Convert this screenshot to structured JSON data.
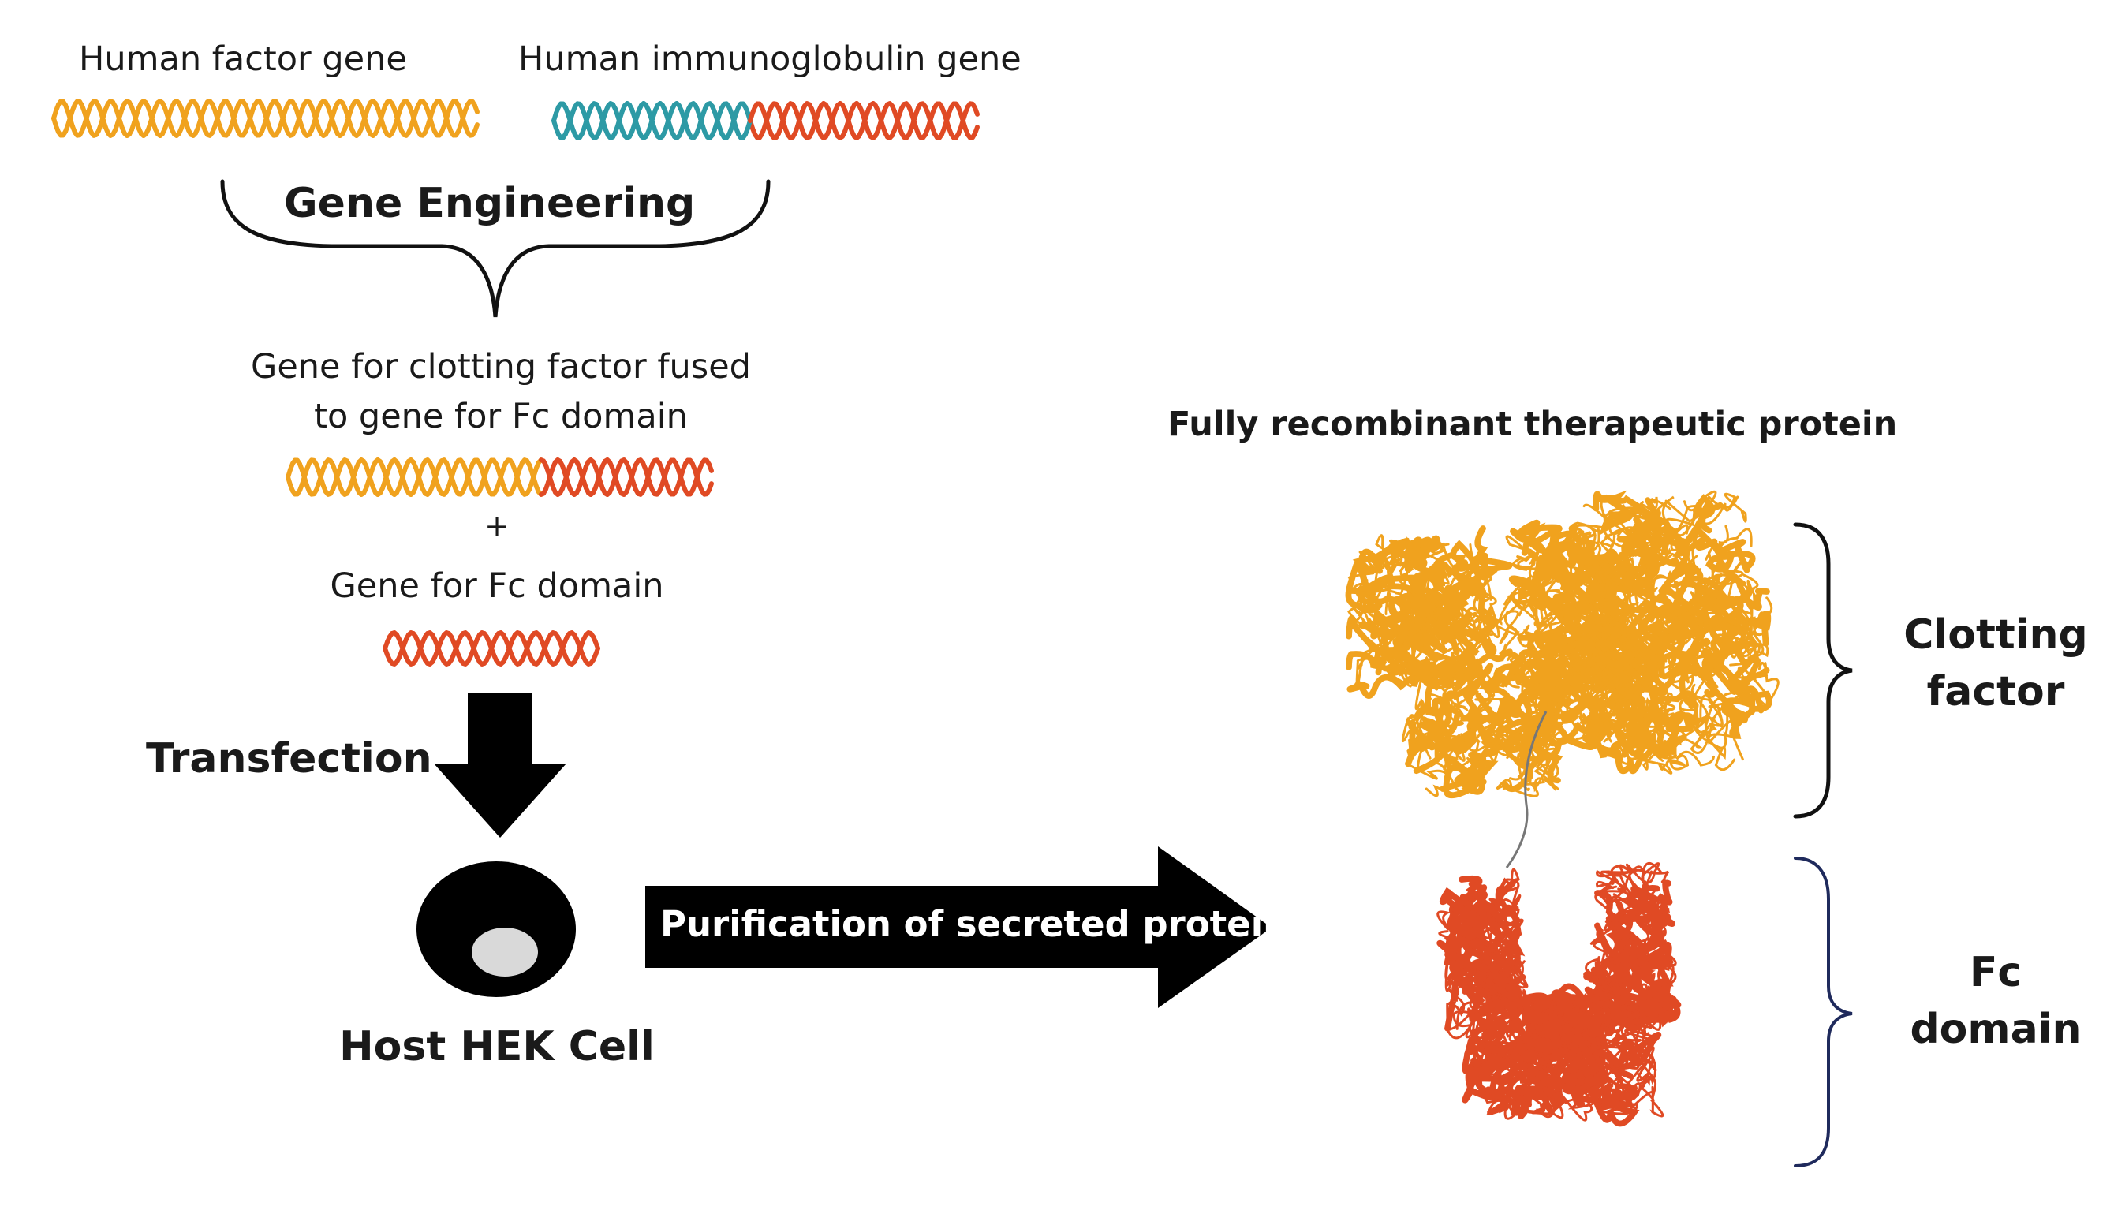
{
  "genes": {
    "human_factor_label": "Human factor gene",
    "human_immunoglobulin_label": "Human immunoglobulin gene",
    "fused_label_line1": "Gene for clotting factor fused",
    "fused_label_line2": "to gene for Fc domain",
    "plus": "+",
    "fc_gene_label": "Gene for Fc domain"
  },
  "steps": {
    "gene_engineering": "Gene Engineering",
    "transfection": "Transfection",
    "host_cell": "Host HEK Cell",
    "purification": "Purification of secreted protein"
  },
  "protein": {
    "title": "Fully recombinant therapeutic protein",
    "clotting_factor_line1": "Clotting",
    "clotting_factor_line2": "factor",
    "fc_line1": "Fc",
    "fc_line2": "domain"
  },
  "colors": {
    "factor_orange": "#f0a21e",
    "fc_red": "#e04a24",
    "ig_teal": "#2d9aa5",
    "arrow_black": "#000000",
    "nucleus_gray": "#d9d9d9",
    "brace_navy": "#1f2a5c"
  }
}
